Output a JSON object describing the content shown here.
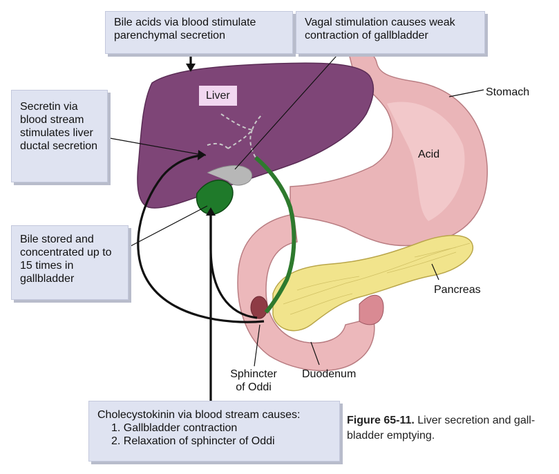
{
  "callouts": {
    "bile_acids": "Bile acids via blood stimulate parenchymal secretion",
    "vagal": "Vagal stimulation causes weak contraction of gallbladder",
    "secretin": "Secretin via blood stream stimulates liver ductal secretion",
    "bile_stored": "Bile stored and concentrated up to 15 times in gallbladder",
    "cck": {
      "title": "Cholecystokinin via blood stream causes:",
      "items": [
        "1. Gallbladder contraction",
        "2. Relaxation of sphincter of Oddi"
      ]
    }
  },
  "labels": {
    "liver": "Liver",
    "stomach": "Stomach",
    "acid": "Acid",
    "pancreas": "Pancreas",
    "duodenum": "Duodenum",
    "sphincter": "Sphincter of Oddi"
  },
  "caption": {
    "figure_label": "Figure 65-11.",
    "text": "Liver secretion and gall-bladder emptying."
  },
  "colors": {
    "liver": "#7d4476",
    "gallbladder": "#1f7a2a",
    "stomach": "#e9b3b6",
    "pancreas": "#f0e38a",
    "callout_bg": "#dfe3f1"
  }
}
